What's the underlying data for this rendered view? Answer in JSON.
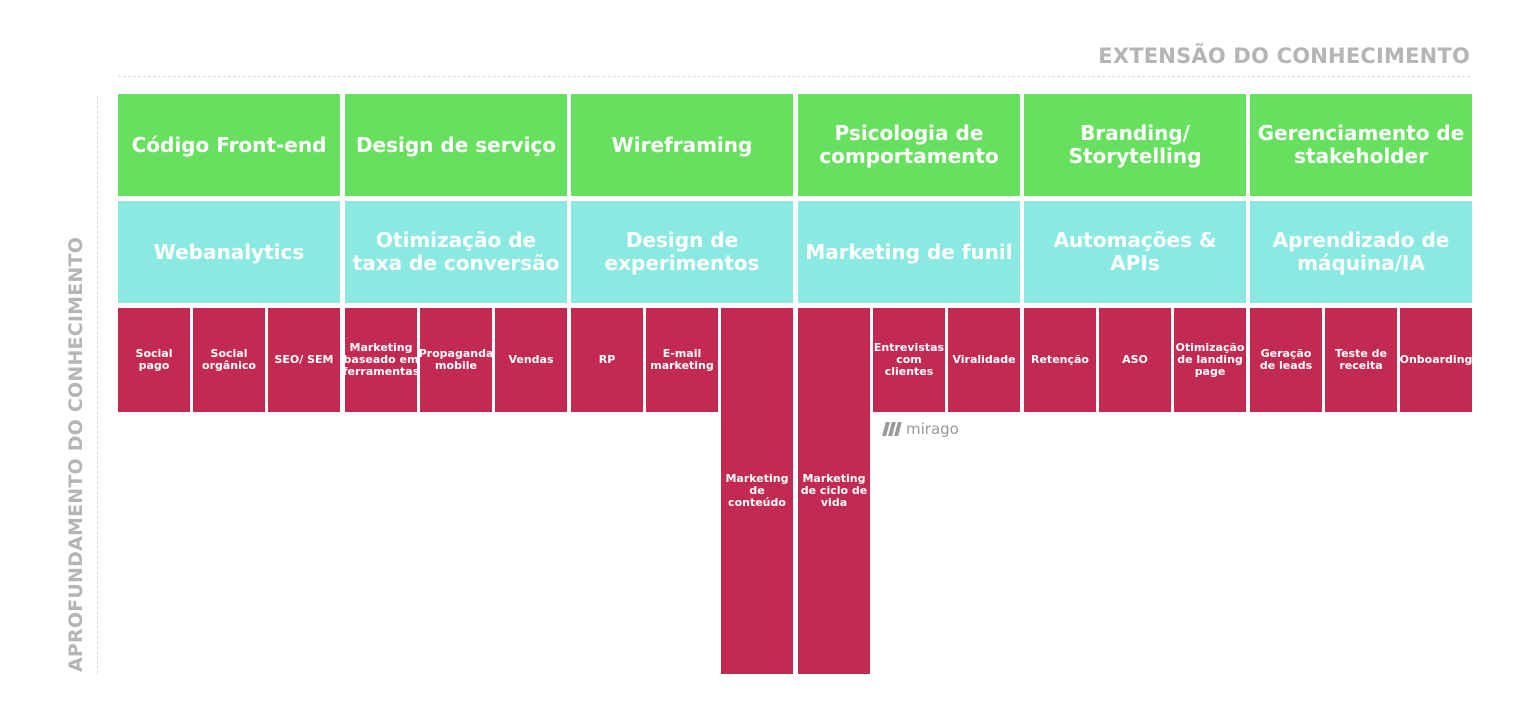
{
  "axes": {
    "top_label": "EXTENSÃO DO CONHECIMENTO",
    "side_label": "APROFUNDAMENTO DO CONHECIMENTO"
  },
  "columns": [
    {
      "green": "Código Front-end",
      "teal": "Webanalytics",
      "subs": [
        "Social pago",
        "Social orgânico",
        "SEO/ SEM"
      ],
      "tall": [
        false,
        false,
        false
      ]
    },
    {
      "green": "Design de serviço",
      "teal": "Otimização de taxa de conversão",
      "subs": [
        "Marketing baseado em ferramentas",
        "Propaganda mobile",
        "Vendas"
      ],
      "tall": [
        false,
        false,
        false
      ]
    },
    {
      "green": "Wireframing",
      "teal": "Design de experimentos",
      "subs": [
        "RP",
        "E-mail marketing",
        "Marketing de conteúdo"
      ],
      "tall": [
        false,
        false,
        true
      ]
    },
    {
      "green": "Psicologia de comportamento",
      "teal": "Marketing de funil",
      "subs": [
        "Marketing de ciclo de vida",
        "Entrevistas com clientes",
        "Viralidade"
      ],
      "tall": [
        true,
        false,
        false
      ]
    },
    {
      "green": "Branding/ Storytelling",
      "teal": "Automações & APIs",
      "subs": [
        "Retenção",
        "ASO",
        "Otimização de landing page"
      ],
      "tall": [
        false,
        false,
        false
      ]
    },
    {
      "green": "Gerenciamento de stakeholder",
      "teal": "Aprendizado de máquina/IA",
      "subs": [
        "Geração de leads",
        "Teste de receita",
        "Onboarding"
      ],
      "tall": [
        false,
        false,
        false
      ]
    }
  ],
  "logo": {
    "text": "mirago",
    "icon": "mirago-bars-icon"
  },
  "colors": {
    "green": "#66e05e",
    "teal": "#8ae9e0",
    "crimson": "#c32a52",
    "label_gray": "#b5b5b5"
  }
}
